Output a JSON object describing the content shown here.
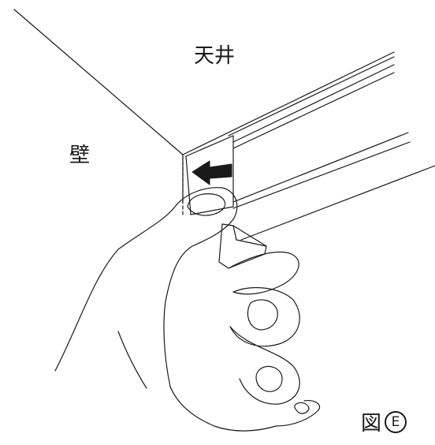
{
  "labels": {
    "ceiling": "天井",
    "wall": "壁",
    "figure_label": "図",
    "figure_id": "E"
  },
  "colors": {
    "stroke": "#1a1a1a",
    "background": "#ffffff"
  }
}
